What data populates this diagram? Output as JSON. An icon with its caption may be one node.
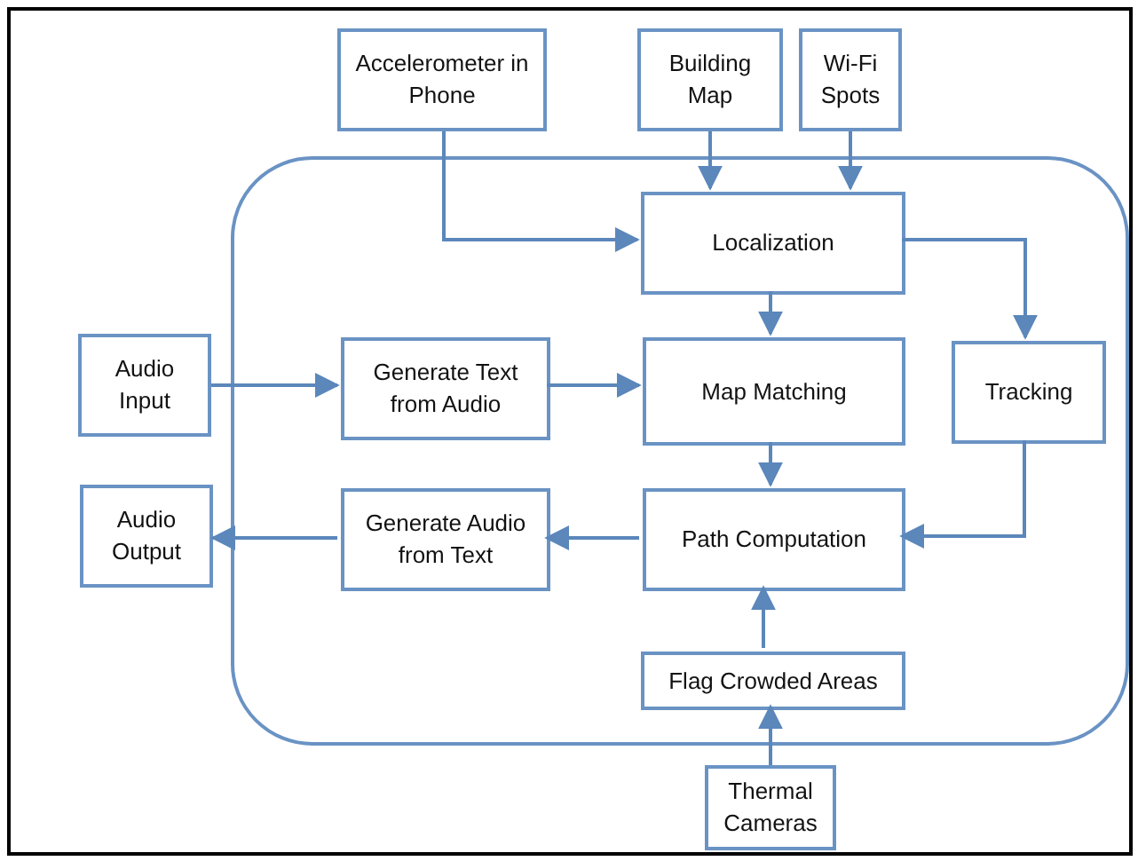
{
  "diagram": {
    "nodes": [
      {
        "text": [],
        "shape": "box"
      },
      {
        "text": [
          "Accelerometer in Phone"
        ]
      },
      {
        "text": [
          "Building Map"
        ]
      },
      {
        "text": [
          "Wi-Fi Spots"
        ]
      },
      {
        "text": [
          "Localization"
        ],
        "in": 0
      },
      {
        "text": [
          "Audio Input"
        ]
      },
      {
        "text": [
          "Generate Text from Audio"
        ],
        "in": 0
      },
      {
        "text": [
          "Map Matching"
        ],
        "in": 0
      },
      {
        "text": [
          "Tracking"
        ],
        "in": 0
      },
      {
        "text": [
          "Audio Output"
        ]
      },
      {
        "text": [
          "Generate Audio from Text"
        ],
        "in": 0
      },
      {
        "text": [
          "Path Computation"
        ],
        "in": 0
      },
      {
        "text": [
          "Flag Crowded Areas"
        ],
        "in": 0
      },
      {
        "text": [
          "Thermal Cameras"
        ]
      }
    ],
    "edges": [
      {
        "from": 1,
        "to": 4,
        "arrow": "to"
      },
      {
        "from": 2,
        "to": 4,
        "arrow": "to"
      },
      {
        "from": 3,
        "to": 4,
        "arrow": "to"
      },
      {
        "from": 4,
        "to": 7,
        "arrow": "to"
      },
      {
        "from": 4,
        "to": 8,
        "arrow": "to"
      },
      {
        "from": 5,
        "to": 6,
        "arrow": "to"
      },
      {
        "from": 6,
        "to": 7,
        "arrow": "to"
      },
      {
        "from": 7,
        "to": 11,
        "arrow": "to"
      },
      {
        "from": 8,
        "to": 11,
        "arrow": "to"
      },
      {
        "from": 11,
        "to": 10,
        "arrow": "to"
      },
      {
        "from": 10,
        "to": 9,
        "arrow": "to"
      },
      {
        "from": 12,
        "to": 11,
        "arrow": "to"
      },
      {
        "from": 13,
        "to": 12,
        "arrow": "to"
      }
    ]
  }
}
